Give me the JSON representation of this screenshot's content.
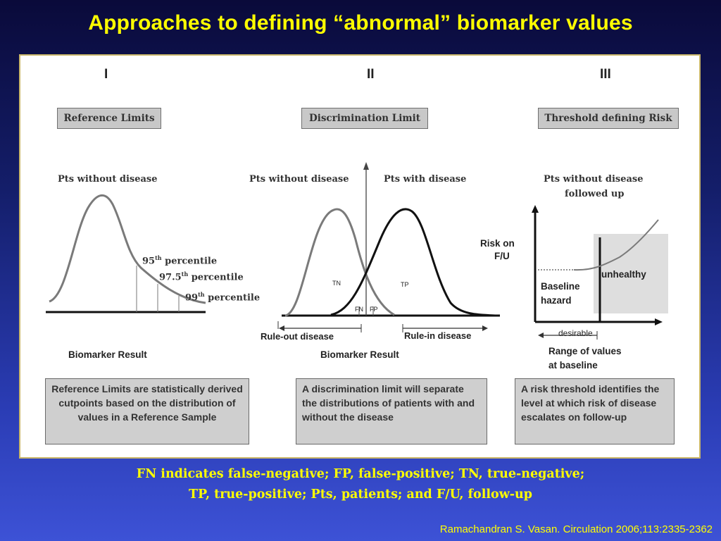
{
  "title": "Approaches to defining “abnormal” biomarker values",
  "columns": [
    {
      "roman": "I",
      "header": "Reference Limits",
      "population_label": "Pts without disease",
      "percentiles": [
        {
          "value": "95",
          "sup": "th",
          "suffix": " percentile"
        },
        {
          "value": "97.5",
          "sup": "th",
          "suffix": " percentile"
        },
        {
          "value": "99",
          "sup": "th",
          "suffix": " percentile"
        }
      ],
      "axis_label": "Biomarker Result",
      "description": "Reference Limits are statistically derived cutpoints based on the distribution of values in a Reference Sample"
    },
    {
      "roman": "II",
      "header": "Discrimination Limit",
      "left_population_label": "Pts without disease",
      "right_population_label": "Pts with disease",
      "tn": "TN",
      "tp": "TP",
      "fn": "FN",
      "fp": "FP",
      "rule_out": "Rule-out disease",
      "rule_in": "Rule-in disease",
      "axis_label": "Biomarker Result",
      "description": "A discrimination limit will separate the distributions of patients with and without the disease"
    },
    {
      "roman": "III",
      "header": "Threshold defining Risk",
      "population_label_line1": "Pts without disease",
      "population_label_line2": "followed up",
      "y_label_line1": "Risk on",
      "y_label_line2": "F/U",
      "unhealthy": "unhealthy",
      "baseline_line1": "Baseline",
      "baseline_line2": "hazard",
      "desirable": "desirable",
      "x_label_line1": "Range of values",
      "x_label_line2": "at baseline",
      "description": "A risk threshold identifies the level at which risk of disease escalates on follow-up"
    }
  ],
  "footnote_line1": "FN indicates false-negative; FP, false-positive; TN, true-negative;",
  "footnote_line2": "TP, true-positive; Pts, patients; and F/U, follow-up",
  "citation": "Ramachandran S. Vasan. Circulation 2006;113:2335-2362",
  "colors": {
    "title": "#ffff00",
    "panel_border": "#c9b66a",
    "curve_gray": "#7a7a7a",
    "curve_black": "#111111",
    "shade": "#dedede"
  }
}
